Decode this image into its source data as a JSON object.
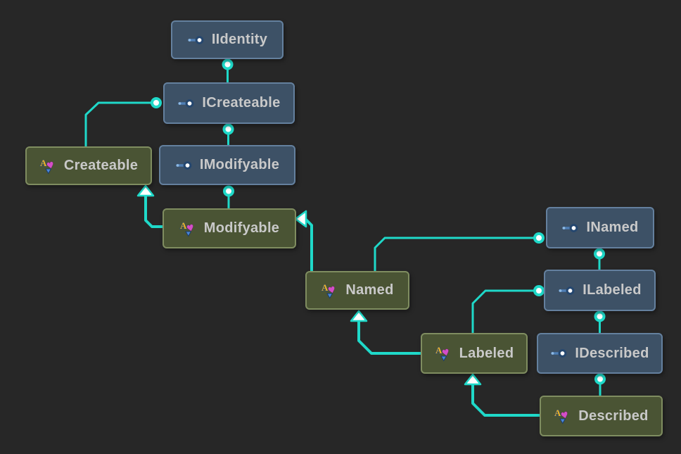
{
  "nodes": [
    {
      "id": "IIdentity",
      "label": "IIdentity",
      "kind": "interface"
    },
    {
      "id": "ICreateable",
      "label": "ICreateable",
      "kind": "interface"
    },
    {
      "id": "IModifyable",
      "label": "IModifyable",
      "kind": "interface"
    },
    {
      "id": "Createable",
      "label": "Createable",
      "kind": "class"
    },
    {
      "id": "Modifyable",
      "label": "Modifyable",
      "kind": "class"
    },
    {
      "id": "Named",
      "label": "Named",
      "kind": "class"
    },
    {
      "id": "INamed",
      "label": "INamed",
      "kind": "interface"
    },
    {
      "id": "ILabeled",
      "label": "ILabeled",
      "kind": "interface"
    },
    {
      "id": "IDescribed",
      "label": "IDescribed",
      "kind": "interface"
    },
    {
      "id": "Labeled",
      "label": "Labeled",
      "kind": "class"
    },
    {
      "id": "Described",
      "label": "Described",
      "kind": "class"
    }
  ],
  "edges": [
    {
      "from": "ICreateable",
      "to": "IIdentity",
      "type": "interface-extends"
    },
    {
      "from": "Createable",
      "to": "ICreateable",
      "type": "implements"
    },
    {
      "from": "IModifyable",
      "to": "ICreateable",
      "type": "interface-extends"
    },
    {
      "from": "Modifyable",
      "to": "IModifyable",
      "type": "implements"
    },
    {
      "from": "Modifyable",
      "to": "Createable",
      "type": "extends"
    },
    {
      "from": "Named",
      "to": "Modifyable",
      "type": "extends"
    },
    {
      "from": "Named",
      "to": "INamed",
      "type": "implements"
    },
    {
      "from": "ILabeled",
      "to": "INamed",
      "type": "interface-extends"
    },
    {
      "from": "IDescribed",
      "to": "ILabeled",
      "type": "interface-extends"
    },
    {
      "from": "Labeled",
      "to": "ILabeled",
      "type": "implements"
    },
    {
      "from": "Labeled",
      "to": "Named",
      "type": "extends"
    },
    {
      "from": "Described",
      "to": "IDescribed",
      "type": "implements"
    },
    {
      "from": "Described",
      "to": "Labeled",
      "type": "extends"
    }
  ],
  "icons": {
    "interface": "lollipop-interface-icon",
    "class": "class-type-icon"
  },
  "colors": {
    "background": "#272727",
    "interface_fill": "#3d5166",
    "interface_border": "#64809e",
    "class_fill": "#4a5434",
    "class_border": "#7f8d60",
    "edge": "#1fd9c9",
    "arrow_fill": "#ffffff",
    "port_fill": "#ffffff",
    "label": "#c9c9c9"
  }
}
